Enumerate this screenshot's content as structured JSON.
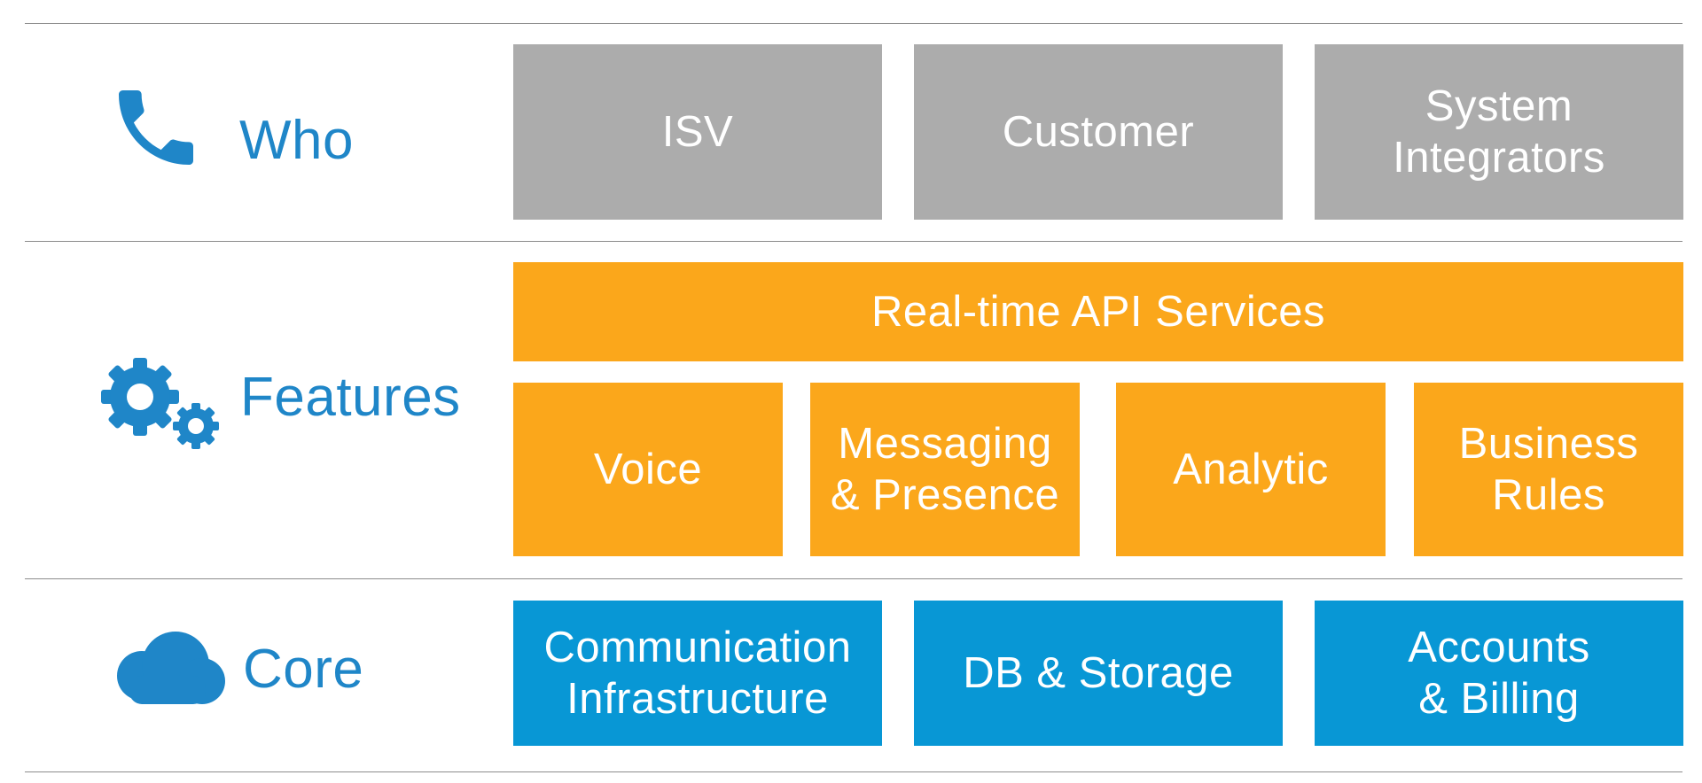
{
  "colors": {
    "label_blue": "#1f86c8",
    "who_gray": "#acacac",
    "features_orange": "#fba71b",
    "core_blue": "#0897d5",
    "rule_gray": "#8c8c8c"
  },
  "rows": {
    "who": {
      "label": "Who",
      "icon": "phone-icon",
      "boxes": [
        "ISV",
        "Customer",
        "System\nIntegrators"
      ]
    },
    "features": {
      "label": "Features",
      "icon": "gears-icon",
      "banner": "Real-time API Services",
      "boxes": [
        "Voice",
        "Messaging\n& Presence",
        "Analytic",
        "Business\nRules"
      ]
    },
    "core": {
      "label": "Core",
      "icon": "cloud-icon",
      "boxes": [
        "Communication\nInfrastructure",
        "DB & Storage",
        "Accounts\n& Billing"
      ]
    }
  }
}
